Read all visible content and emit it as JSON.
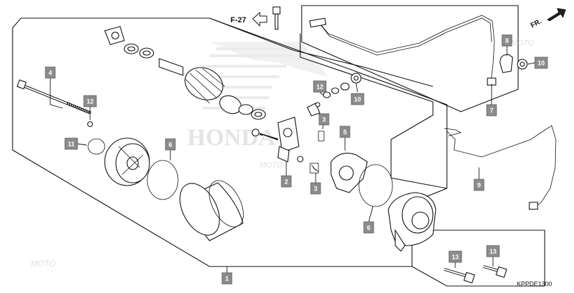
{
  "diagram": {
    "code": "KPPDE1300",
    "ref_label": "F-27",
    "direction_label": "FR.",
    "watermark_brand": "HONDA",
    "watermark_site": "MOTO"
  },
  "callouts": [
    {
      "id": "c1",
      "label": "1"
    },
    {
      "id": "c2",
      "label": "2"
    },
    {
      "id": "c3a",
      "label": "3"
    },
    {
      "id": "c3b",
      "label": "3"
    },
    {
      "id": "c4",
      "label": "4"
    },
    {
      "id": "c5",
      "label": "5"
    },
    {
      "id": "c6a",
      "label": "6"
    },
    {
      "id": "c6b",
      "label": "6"
    },
    {
      "id": "c7",
      "label": "7"
    },
    {
      "id": "c8",
      "label": "8"
    },
    {
      "id": "c9",
      "label": "9"
    },
    {
      "id": "c10a",
      "label": "10"
    },
    {
      "id": "c10b",
      "label": "10"
    },
    {
      "id": "c11",
      "label": "11"
    },
    {
      "id": "c12a",
      "label": "12"
    },
    {
      "id": "c12b",
      "label": "12"
    },
    {
      "id": "c13a",
      "label": "13"
    },
    {
      "id": "c13b",
      "label": "13"
    }
  ],
  "colors": {
    "callout_fill": "#8c8c8c",
    "line": "#111111",
    "watermark": "#cfcfcf"
  }
}
